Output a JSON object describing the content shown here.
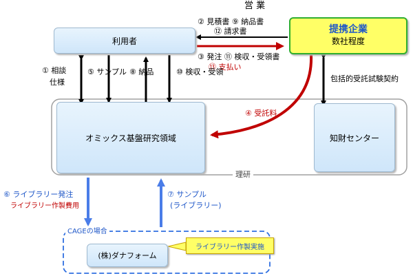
{
  "eigyo_label": "営 業",
  "partner": {
    "title": "提携企業",
    "subtitle": "数社程度"
  },
  "user_box": "利用者",
  "omics_box": "オミックス基盤研究領域",
  "ip_center_box": "知財センター",
  "riken_label": "理研",
  "dnaform_box": "(株)ダナフォーム",
  "cage_label": "CAGEの場合",
  "library_callout": "ライブラリー作製実施",
  "flows": {
    "f2_9": "② 見積書 ⑨ 納品書",
    "f12": "⑫ 請求書",
    "f3_11": "③ 発注 ⑪ 検収・受領書",
    "f13": "⑬ 支払い",
    "f1a": "① 相談",
    "f1b": "仕様",
    "f5": "⑤ サンプル",
    "f8": "⑧ 納品",
    "f10": "⑩ 検収・受領",
    "f4": "④ 受託料",
    "contract": "包括的受託試験契約",
    "f6": "⑥ ライブラリー発注",
    "f6_sub": "ライブラリー作製費用",
    "f7a": "⑦ サンプル",
    "f7b": "(ライブラリー)"
  }
}
